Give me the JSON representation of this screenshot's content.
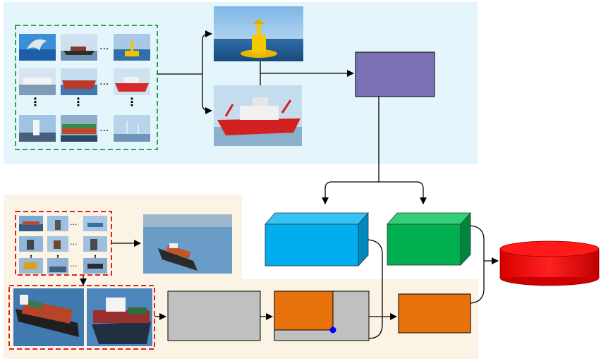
{
  "diagram": {
    "colors": {
      "top_panel_bg": "#e4f6fc",
      "bottom_panel_bg": "#fbf3e3",
      "green_dash": "#2aa84a",
      "red_dash": "#e02020",
      "purple_box": "#7b72b6",
      "blue_box": "#00aeef",
      "green_box": "#00b050",
      "red_cylinder": "#ff0000",
      "gray_box": "#c0c0c0",
      "orange_box": "#e8720c",
      "marker_dot": "#0000ff",
      "line": "#000000"
    },
    "top_panel": {
      "image_grid": {
        "rows": [
          [
            "dolphin-photo",
            "cargo-ship-photo",
            "yellow-buoy-photo"
          ],
          [
            "white-ship-photo",
            "tanker-photo",
            "red-fireboat-photo"
          ],
          [
            "lighthouse-photo",
            "container-port-photo",
            "wind-turbine-photo"
          ]
        ]
      },
      "highlight_images": [
        "yellow-buoy-photo",
        "red-fireboat-photo"
      ]
    },
    "bottom_panel": {
      "image_grid": {
        "rows": [
          [
            "container-ship-photo-1",
            "offshore-platform-photo-1",
            "port-crane-photo-1"
          ],
          [
            "offshore-platform-photo-2",
            "offshore-platform-photo-3",
            "oil-rig-photo"
          ],
          [
            "oil-platform-photo",
            "port-photo",
            "ship-at-sea-photo"
          ]
        ]
      },
      "scene_image": "container-ship-aerial-photo",
      "selected_images": [
        "container-ship-photo-2",
        "container-ship-photo-3"
      ]
    }
  }
}
